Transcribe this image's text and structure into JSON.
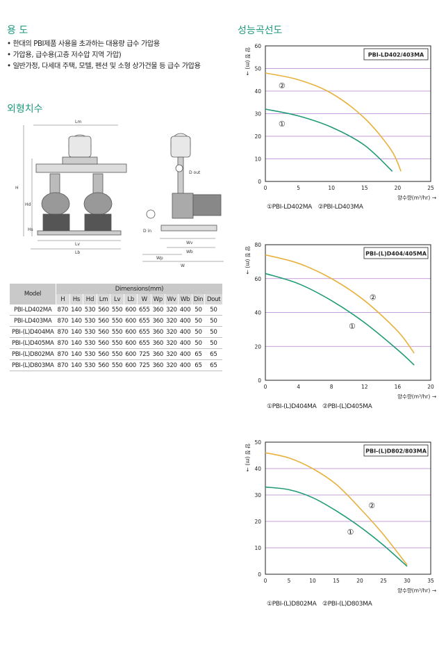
{
  "usage": {
    "title": "용 도",
    "bullets": [
      "• 한대의 PBI제품 사용을 초과하는 대용량 급수 가압용",
      "• 가압용, 급수용(고층 저수압 지역 가압)",
      "• 일반가정, 다세대 주택, 모텔, 펜션 및 소형 상가건물 등 급수 가압용"
    ]
  },
  "dimensions_title": "외형치수",
  "drawing_labels": {
    "front": [
      "Lm",
      "H",
      "Hd",
      "Hs",
      "Lv",
      "Lb"
    ],
    "side": [
      "D out",
      "D in",
      "Wv",
      "Wb",
      "Wp",
      "W"
    ]
  },
  "table": {
    "model_header": "Model",
    "group_header": "Dimensions(mm)",
    "columns": [
      "H",
      "Hs",
      "Hd",
      "Lm",
      "Lv",
      "Lb",
      "W",
      "Wp",
      "Wv",
      "Wb",
      "Din",
      "Dout"
    ],
    "rows": [
      {
        "model": "PBI-LD402MA",
        "values": [
          "870",
          "140",
          "530",
          "560",
          "550",
          "600",
          "655",
          "360",
          "320",
          "400",
          "50",
          "50"
        ]
      },
      {
        "model": "PBI-LD403MA",
        "values": [
          "870",
          "140",
          "530",
          "560",
          "550",
          "600",
          "655",
          "360",
          "320",
          "400",
          "50",
          "50"
        ]
      },
      {
        "model": "PBI-(L)D404MA",
        "values": [
          "870",
          "140",
          "530",
          "560",
          "550",
          "600",
          "655",
          "360",
          "320",
          "400",
          "50",
          "50"
        ]
      },
      {
        "model": "PBI-(L)D405MA",
        "values": [
          "870",
          "140",
          "530",
          "560",
          "550",
          "600",
          "655",
          "360",
          "320",
          "400",
          "50",
          "50"
        ]
      },
      {
        "model": "PBI-(L)D802MA",
        "values": [
          "870",
          "140",
          "530",
          "560",
          "550",
          "600",
          "725",
          "360",
          "320",
          "400",
          "65",
          "65"
        ]
      },
      {
        "model": "PBI-(L)D803MA",
        "values": [
          "870",
          "140",
          "530",
          "560",
          "550",
          "600",
          "725",
          "360",
          "320",
          "400",
          "65",
          "65"
        ]
      }
    ]
  },
  "performance_title": "성능곡선도",
  "colors": {
    "green": "#1f9a76",
    "orange": "#e8b13c",
    "accent": "#1b9a7e",
    "grid": "#b77fcf"
  },
  "chart_data": [
    {
      "type": "line",
      "title": "PBI-LD402/403MA",
      "ylabel": "양 정 (m) →",
      "xlabel": "양수량(m³/hr) →",
      "xlim": [
        0,
        25
      ],
      "ylim": [
        0,
        60
      ],
      "xticks": [
        0,
        5,
        10,
        15,
        20,
        25
      ],
      "yticks": [
        0,
        10,
        20,
        30,
        40,
        50,
        60
      ],
      "series": [
        {
          "name": "①PBI-LD402MA",
          "marker": "①",
          "color": "green",
          "x": [
            0,
            5,
            10,
            15,
            19.2
          ],
          "y": [
            32,
            29,
            24,
            16,
            4.5
          ]
        },
        {
          "name": "②PBI-LD403MA",
          "marker": "②",
          "color": "orange",
          "x": [
            0,
            5,
            10,
            15,
            19,
            20.5
          ],
          "y": [
            48,
            45,
            39,
            28,
            14,
            4.5
          ]
        }
      ],
      "marker_pos": [
        [
          2.5,
          25.5
        ],
        [
          2.5,
          42.5
        ]
      ]
    },
    {
      "type": "line",
      "title": "PBI-(L)D404/405MA",
      "ylabel": "양 정 (m) →",
      "xlabel": "양수량(m³/hr) →",
      "xlim": [
        0,
        20
      ],
      "ylim": [
        0,
        80
      ],
      "xticks": [
        0,
        4,
        8,
        12,
        16,
        20
      ],
      "yticks": [
        0,
        20,
        40,
        60,
        80
      ],
      "series": [
        {
          "name": "①PBI-(L)D404MA",
          "marker": "①",
          "color": "green",
          "x": [
            0,
            4,
            8,
            12,
            16,
            18
          ],
          "y": [
            63,
            57,
            47,
            34,
            18,
            9
          ]
        },
        {
          "name": "②PBI-(L)D405MA",
          "marker": "②",
          "color": "orange",
          "x": [
            0,
            4,
            8,
            12,
            16,
            18
          ],
          "y": [
            74,
            69,
            60,
            47,
            29,
            16
          ]
        }
      ],
      "marker_pos": [
        [
          10.5,
          32
        ],
        [
          13,
          49
        ]
      ]
    },
    {
      "type": "line",
      "title": "PBI-(L)D802/803MA",
      "ylabel": "양 정 (m) →",
      "xlabel": "양수량(m³/hr) →",
      "xlim": [
        0,
        35
      ],
      "ylim": [
        0,
        50
      ],
      "xticks": [
        0,
        5,
        10,
        15,
        20,
        25,
        30,
        35
      ],
      "yticks": [
        0,
        10,
        20,
        30,
        40,
        50
      ],
      "series": [
        {
          "name": "①PBI-(L)D802MA",
          "marker": "①",
          "color": "green",
          "x": [
            0,
            5,
            10,
            15,
            20,
            25,
            30
          ],
          "y": [
            33,
            32,
            29,
            24,
            18,
            11,
            3
          ]
        },
        {
          "name": "②PBI-(L)D803MA",
          "marker": "②",
          "color": "orange",
          "x": [
            0,
            5,
            10,
            15,
            20,
            25,
            30
          ],
          "y": [
            46,
            44,
            40,
            34,
            25,
            15,
            3.5
          ]
        }
      ],
      "marker_pos": [
        [
          18,
          16
        ],
        [
          22.5,
          26
        ]
      ]
    }
  ]
}
